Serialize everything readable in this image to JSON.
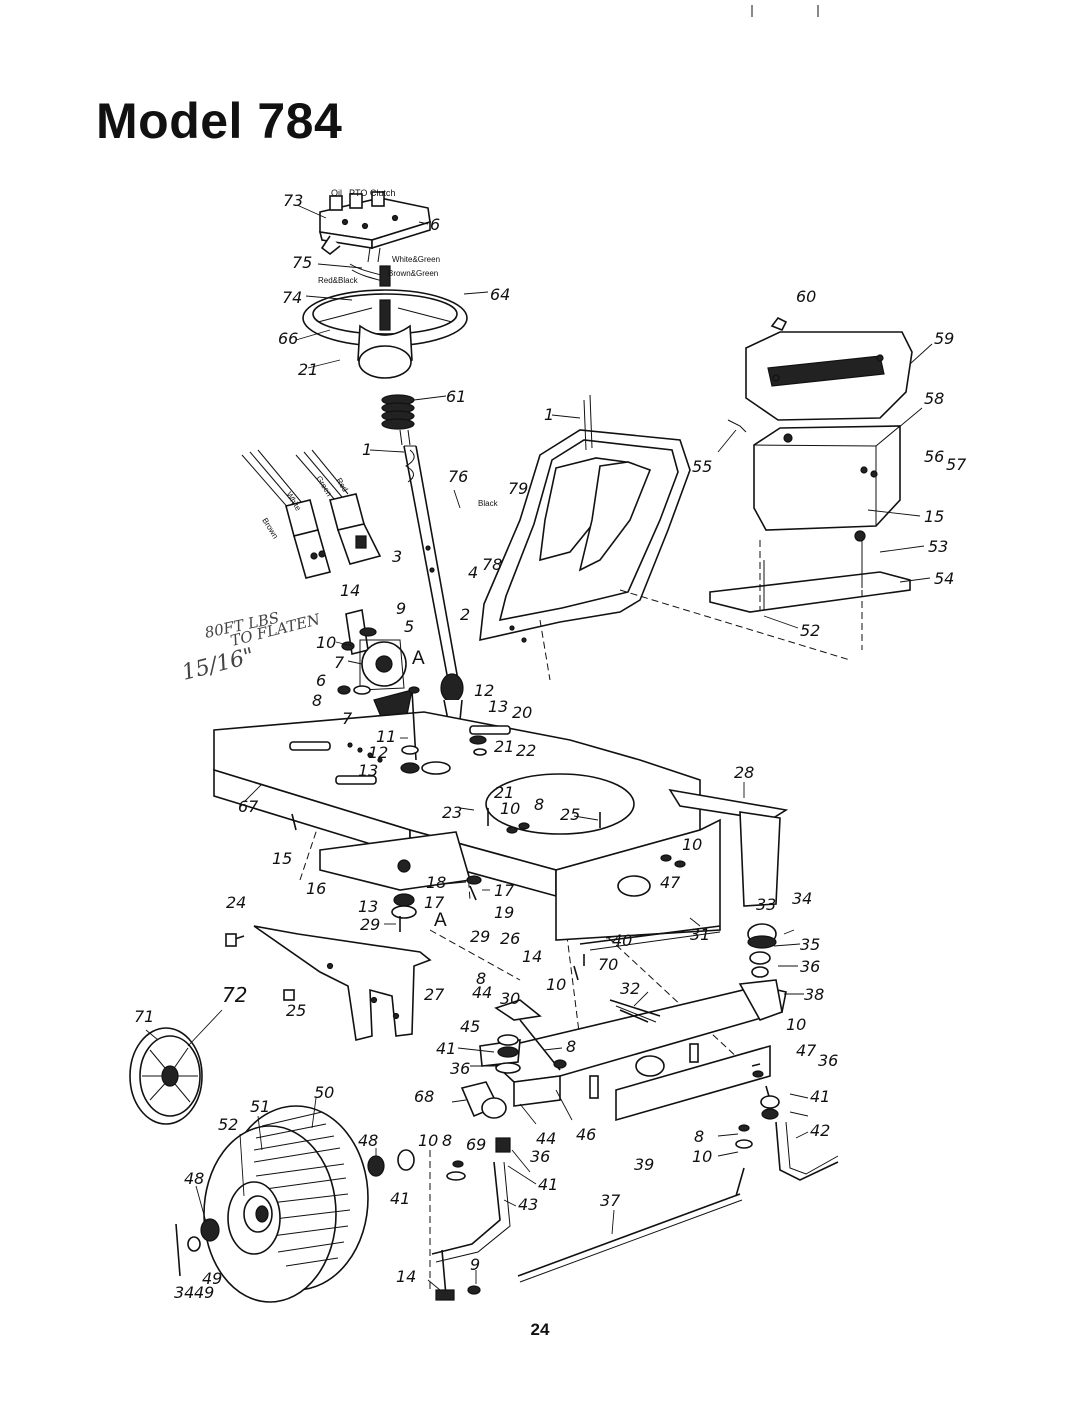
{
  "title": "Model 784",
  "page_number": "24",
  "callouts": {
    "c73": "73",
    "c65": "6",
    "c75": "75",
    "c74": "74",
    "c64": "64",
    "c66": "66",
    "c21a": "21",
    "c61": "61",
    "c1a": "1",
    "c1b": "1",
    "c60": "60",
    "c59": "59",
    "c58": "58",
    "c55": "55",
    "c56": "56",
    "c57": "57",
    "c15a": "15",
    "c53": "53",
    "c54": "54",
    "c52a": "52",
    "c76": "76",
    "c79": "79",
    "c78": "78",
    "c3": "3",
    "c4": "4",
    "c2": "2",
    "c14a": "14",
    "c9a": "9",
    "c5": "5",
    "c10a": "10",
    "c7a": "7",
    "c6": "6",
    "c8a": "8",
    "c7b": "7",
    "c11": "11",
    "c12a": "12",
    "c13a": "13",
    "c12b": "12",
    "c13b": "13",
    "c20": "20",
    "c21b": "21",
    "c22": "22",
    "c21c": "21",
    "c23": "23",
    "c10b": "10",
    "c8b": "8",
    "c25a": "25",
    "c28": "28",
    "c67": "67",
    "c15b": "15",
    "c10c": "10",
    "c47a": "47",
    "c16": "16",
    "c18": "18",
    "c17a": "17",
    "c13c": "13",
    "c17b": "17",
    "c19": "19",
    "c29a": "29",
    "c24": "24",
    "c29b": "29",
    "c26": "26",
    "c40": "40",
    "c31": "31",
    "c33": "33",
    "c34a": "34",
    "c35": "35",
    "c36a": "36",
    "c38": "38",
    "c14b": "14",
    "c70": "70",
    "c10d": "10",
    "c8c": "8",
    "c44a": "44",
    "c30": "30",
    "c32": "32",
    "c27": "27",
    "c25b": "25",
    "c72": "72",
    "c71": "71",
    "c45": "45",
    "c8d": "8",
    "c41a": "41",
    "c36b": "36",
    "c10e": "10",
    "c47b": "47",
    "c36c": "36",
    "c41b": "41",
    "c42": "42",
    "c68": "68",
    "c69": "69",
    "c44b": "44",
    "c46": "46",
    "c8e": "8",
    "c10f": "10",
    "c39": "39",
    "c50": "50",
    "c51": "51",
    "c52b": "52",
    "c48a": "48",
    "c41c": "41",
    "c10g": "10",
    "c8f": "8",
    "c36d": "36",
    "c41d": "41",
    "c43": "43",
    "c48b": "48",
    "c49a": "49",
    "c34b": "34",
    "c49b": "49",
    "c37": "37",
    "c9b": "9",
    "c14c": "14",
    "cA1": "A",
    "cA2": "A"
  },
  "labels": {
    "oil": "Oil",
    "pto_clutch": "PTO Clutch",
    "white_green": "White&Green",
    "red_black": "Red&Black",
    "brown_green": "Brown&Green",
    "black": "Black",
    "brown": "Brown",
    "white": "White",
    "green": "Green",
    "red": "Red"
  },
  "handwritten": {
    "note_line1": "80FT LBS",
    "note_line2": "TO FLATEN",
    "fraction": "15/16\""
  },
  "icons": [
    "steering-wheel",
    "battery",
    "seat",
    "rear-wheel",
    "hubcap",
    "front-axle",
    "steering-gear"
  ]
}
